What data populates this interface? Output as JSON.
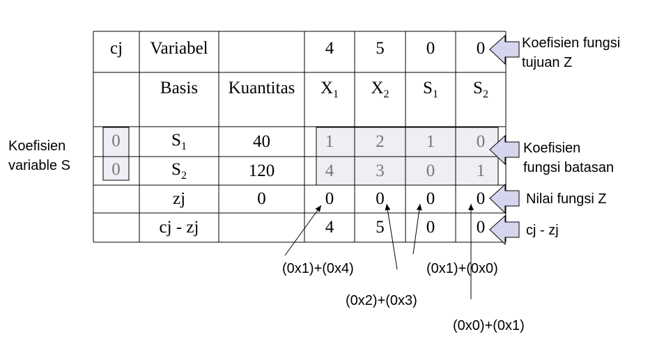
{
  "table": {
    "header_row": {
      "cj": "cj",
      "variabel": "Variabel",
      "cj_values": [
        "4",
        "5",
        "0",
        "0"
      ]
    },
    "header_row2": {
      "basis": "Basis",
      "kuantitas": "Kuantitas"
    },
    "columns": [
      {
        "base": "X",
        "sub": "1"
      },
      {
        "base": "X",
        "sub": "2"
      },
      {
        "base": "S",
        "sub": "1"
      },
      {
        "base": "S",
        "sub": "2"
      }
    ],
    "rows": [
      {
        "cj": "0",
        "basis_base": "S",
        "basis_sub": "1",
        "kuantitas": "40",
        "coefficients": [
          "1",
          "2",
          "1",
          "0"
        ]
      },
      {
        "cj": "0",
        "basis_base": "S",
        "basis_sub": "2",
        "kuantitas": "120",
        "coefficients": [
          "4",
          "3",
          "0",
          "1"
        ]
      }
    ],
    "zj_row": {
      "label": "zj",
      "kuantitas": "0",
      "values": [
        "0",
        "0",
        "0",
        "0"
      ]
    },
    "cjzj_row": {
      "label": "cj - zj",
      "values": [
        "4",
        "5",
        "0",
        "0"
      ]
    }
  },
  "annotations": {
    "objective_line1": "Koefisien fungsi",
    "objective_line2": "tujuan Z",
    "constraint_line1": "Koefisien",
    "constraint_line2": "fungsi batasan",
    "zj": "Nilai fungsi Z",
    "cj_zj": "cj - zj",
    "slack_line1": "Koefisien",
    "slack_line2": "variable S"
  },
  "calculations": [
    "(0x1)+(0x4)",
    "(0x1)+(0x0)",
    "(0x2)+(0x3)",
    "(0x0)+(0x1)"
  ],
  "colors": {
    "box_fill": "#eeeff5",
    "arrow_fill": "#d5d5ee",
    "coefficient_text": "#777777"
  }
}
